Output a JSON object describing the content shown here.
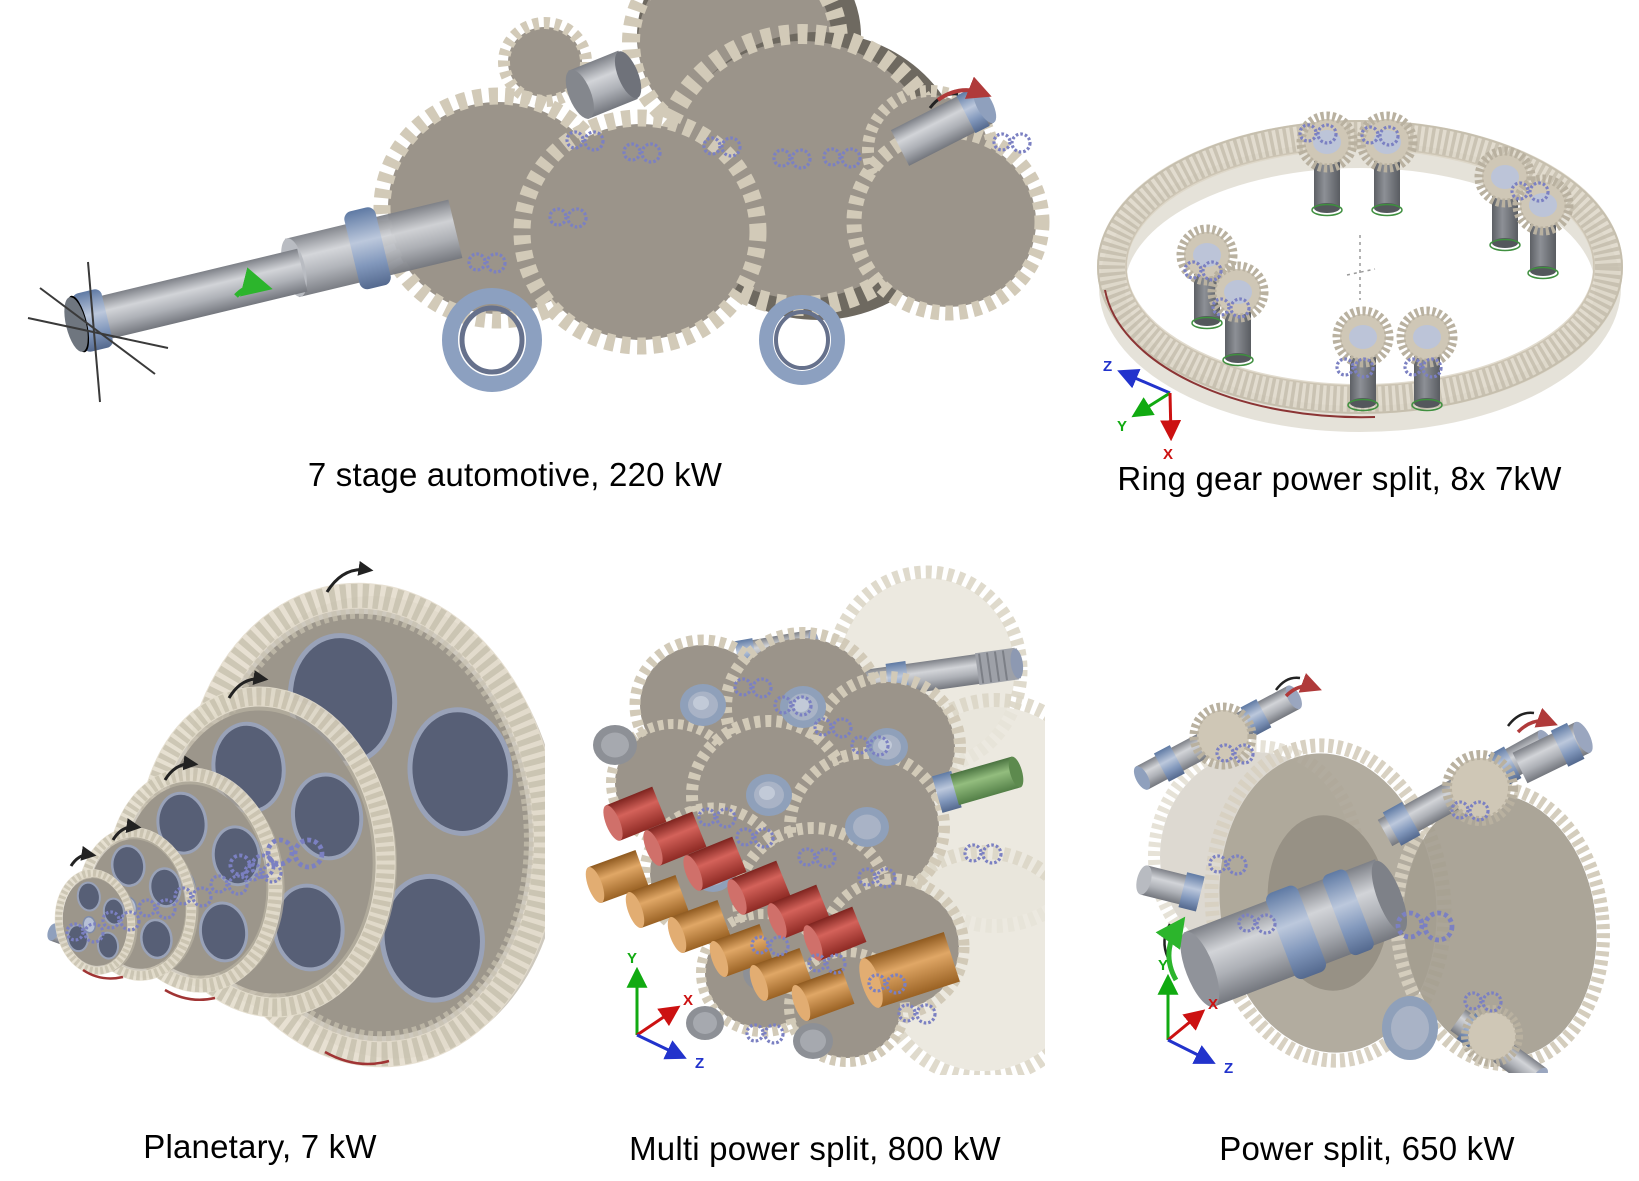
{
  "figure": {
    "panels": [
      {
        "name": "7-stage-automotive",
        "caption": "7 stage automotive, 220 kW"
      },
      {
        "name": "ring-gear-power-split",
        "caption": "Ring gear power split, 8x 7kW"
      },
      {
        "name": "planetary",
        "caption": "Planetary, 7 kW"
      },
      {
        "name": "multi-power-split",
        "caption": "Multi power split, 800 kW"
      },
      {
        "name": "power-split",
        "caption": "Power split, 650 kW"
      }
    ],
    "axis_labels": {
      "x": "X",
      "y": "Y",
      "z": "Z"
    },
    "icons": {
      "gear_pair": "gear-pair-icon",
      "axis_triad": "axis-triad-icon"
    },
    "colors": {
      "gear_body": "#9b948a",
      "gear_teeth": "#d2cab8",
      "ring_gear": "#ddd6c7",
      "shaft": "#a0a4ab",
      "bearing_collar": "#8298bc",
      "constraint_icon": "#7b80c2",
      "red_shaft": "#b23430",
      "orange_shaft": "#c4823c",
      "green_shaft": "#71a25e",
      "axis_x": "#cc1111",
      "axis_y": "#11aa11",
      "axis_z": "#2233cc",
      "arrow_red": "#b03a3a",
      "arrow_green": "#2cb52c",
      "arrow_black": "#222222",
      "caption_text": "#000000"
    }
  }
}
